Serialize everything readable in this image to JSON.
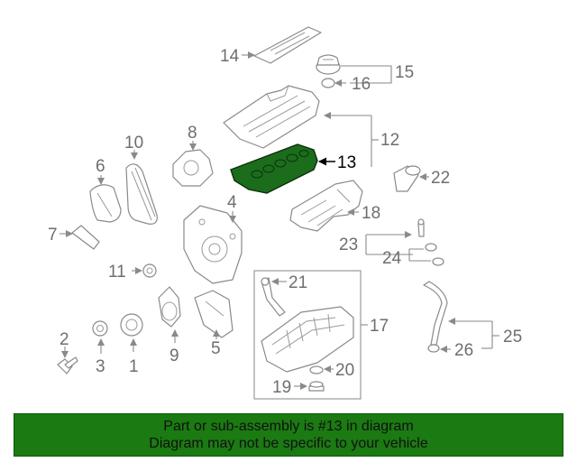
{
  "diagram": {
    "highlight_color": "#1b6d1b",
    "highlighted_part": "13",
    "callouts": {
      "c1": "1",
      "c2": "2",
      "c3": "3",
      "c4": "4",
      "c5": "5",
      "c6": "6",
      "c7": "7",
      "c8": "8",
      "c9": "9",
      "c10": "10",
      "c11": "11",
      "c12": "12",
      "c13": "13",
      "c14": "14",
      "c15": "15",
      "c16": "16",
      "c17": "17",
      "c18": "18",
      "c19": "19",
      "c20": "20",
      "c21": "21",
      "c22": "22",
      "c23": "23",
      "c24": "24",
      "c25": "25",
      "c26": "26"
    }
  },
  "banner": {
    "background_color": "#1b7a12",
    "line1": "Part or sub-assembly is #13 in diagram",
    "line2": "Diagram may not be specific to your vehicle"
  }
}
